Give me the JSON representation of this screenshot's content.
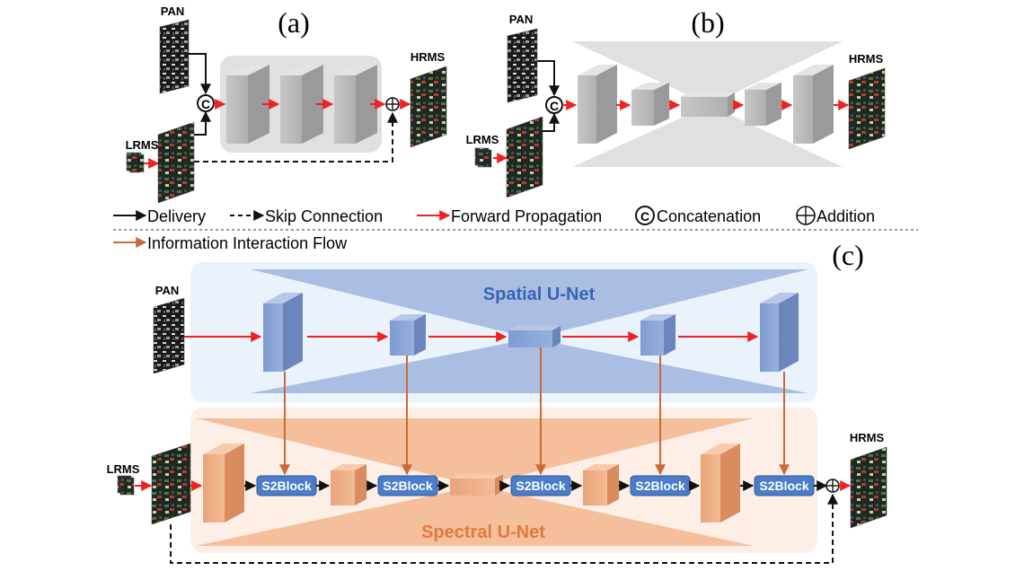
{
  "panel_a": {
    "label": "(a)",
    "pan": "PAN",
    "lrms": "LRMS",
    "hrms": "HRMS"
  },
  "panel_b": {
    "label": "(b)",
    "pan": "PAN",
    "lrms": "LRMS",
    "hrms": "HRMS"
  },
  "legend": {
    "delivery": "Delivery",
    "skip": "Skip Connection",
    "forward": "Forward Propagation",
    "concat": "Concatenation",
    "addition": "Addition",
    "interaction": "Information Interaction Flow"
  },
  "panel_c": {
    "label": "(c)",
    "pan": "PAN",
    "lrms": "LRMS",
    "hrms": "HRMS",
    "spatial_title": "Spatial U-Net",
    "spectral_title": "Spectral U-Net",
    "block_label": "S2Block",
    "concat_symbol": "C"
  },
  "colors": {
    "forward": "#ee2222",
    "interaction": "#c8693a",
    "spatial_bg": "#eaf2fb",
    "spatial_tri": "#9fb4de",
    "spectral_bg": "#fdefe6",
    "spectral_tri": "#f3b68e",
    "s2block": "#4a7cc8"
  }
}
